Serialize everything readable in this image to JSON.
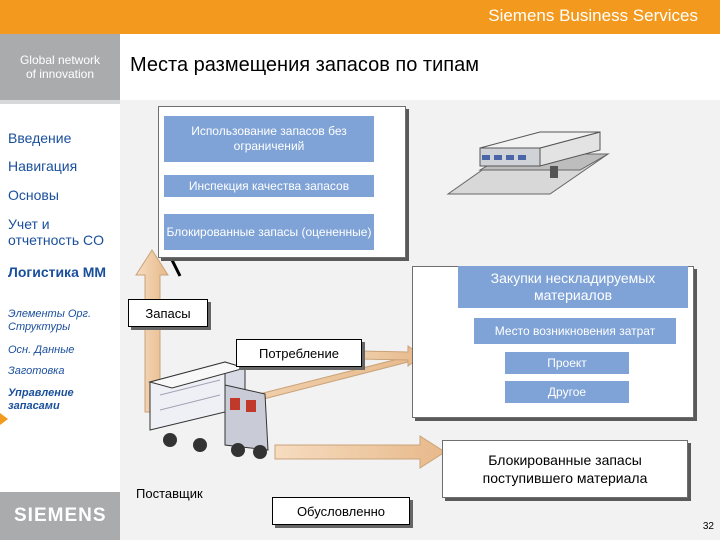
{
  "header": {
    "brand": "Siemens Business Services",
    "tagline_line1": "Global network",
    "tagline_line2": "of innovation",
    "title": "Места размещения запасов по типам"
  },
  "sidebar": {
    "items": [
      {
        "label": "Введение"
      },
      {
        "label": "Навигация"
      },
      {
        "label": "Основы"
      },
      {
        "label": "Учет и отчетность CO"
      },
      {
        "label": "Логистика ММ"
      },
      {
        "label": "Элементы Орг. Структуры"
      },
      {
        "label": "Осн. Данные"
      },
      {
        "label": "Заготовка"
      },
      {
        "label": "Управление запасами"
      }
    ],
    "logo": "SIEMENS"
  },
  "diagram": {
    "stock_types": [
      "Использование запасов без ограничений",
      "Инспекция качества запасов",
      "Блокированные запасы (оцененные)"
    ],
    "procurement_title": "Закупки нескладируемых материалов",
    "procurement_items": [
      "Место возникновения затрат",
      "Проект",
      "Другое"
    ],
    "stock_label": "Запасы",
    "consumption_label": "Потребление",
    "supplier_label": "Поставщик",
    "blocked_goods_receipt": "Блокированные запасы поступившего материала",
    "conditional_label": "Обусловленно"
  },
  "page_number": "32"
}
